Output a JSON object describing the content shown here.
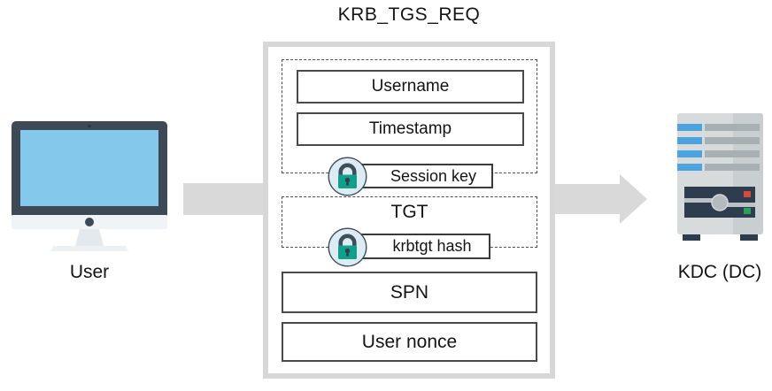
{
  "diagram": {
    "title": "KRB_TGS_REQ",
    "sender": {
      "label": "User",
      "icon": "desktop-computer"
    },
    "receiver": {
      "label": "KDC (DC)",
      "icon": "server"
    },
    "packet": {
      "authenticator": {
        "fields": [
          "Username",
          "Timestamp"
        ],
        "encryption_key_label": "Session key"
      },
      "tgt": {
        "label": "TGT",
        "encryption_key_label": "krbtgt hash"
      },
      "plain_fields": [
        "SPN",
        "User nonce"
      ]
    }
  },
  "colors": {
    "arrow": "#d9d9d9",
    "outer_box_border": "#d7d7d7",
    "dashed_border": "#4f4f4f",
    "field_border": "#4a4a4a",
    "lock_circle_fill": "#dcebf4",
    "lock_body_green": "#0da189",
    "lock_shackle": "#3d4f5c",
    "monitor_frame": "#3e4956",
    "monitor_screen": "#84c9ec",
    "server_body": "#d7dbdc",
    "server_panel": "#2e3d4d",
    "server_slot_blue": "#4ba3df",
    "led_red": "#d8493a",
    "led_green": "#2aa158",
    "text": "#141414"
  }
}
